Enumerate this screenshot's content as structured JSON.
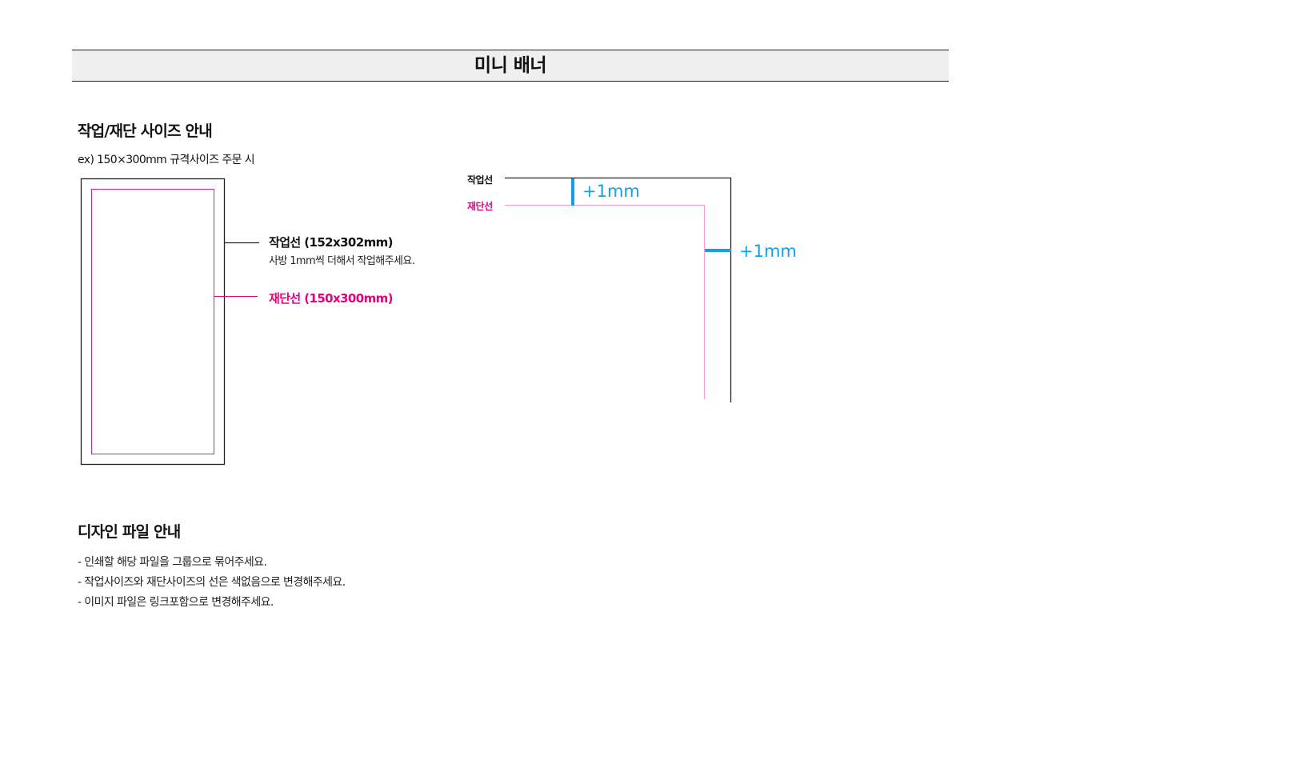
{
  "header": {
    "title": "미니 배너"
  },
  "size_section": {
    "title": "작업/재단 사이즈 안내",
    "example": "ex) 150×300mm 규격사이즈 주문 시",
    "work_line_label": "작업선 (152x302mm)",
    "work_line_desc": "사방 1mm씩 더해서 작업해주세요.",
    "cut_line_label": "재단선 (150x300mm)"
  },
  "detail_diagram": {
    "work_label": "작업선",
    "cut_label": "재단선",
    "margin_top": "+1mm",
    "margin_side": "+1mm"
  },
  "design_section": {
    "title": "디자인 파일 안내",
    "notes": [
      "- 인쇄할 해당 파일을 그룹으로 묶어주세요.",
      "- 작업사이즈와 재단사이즈의 선은 색없음으로 변경해주세요.",
      "- 이미지 파일은 링크포함으로 변경해주세요."
    ]
  },
  "colors": {
    "cut_line": "#e5007e",
    "margin_marker": "#12a0e6",
    "work_line": "#222222"
  }
}
